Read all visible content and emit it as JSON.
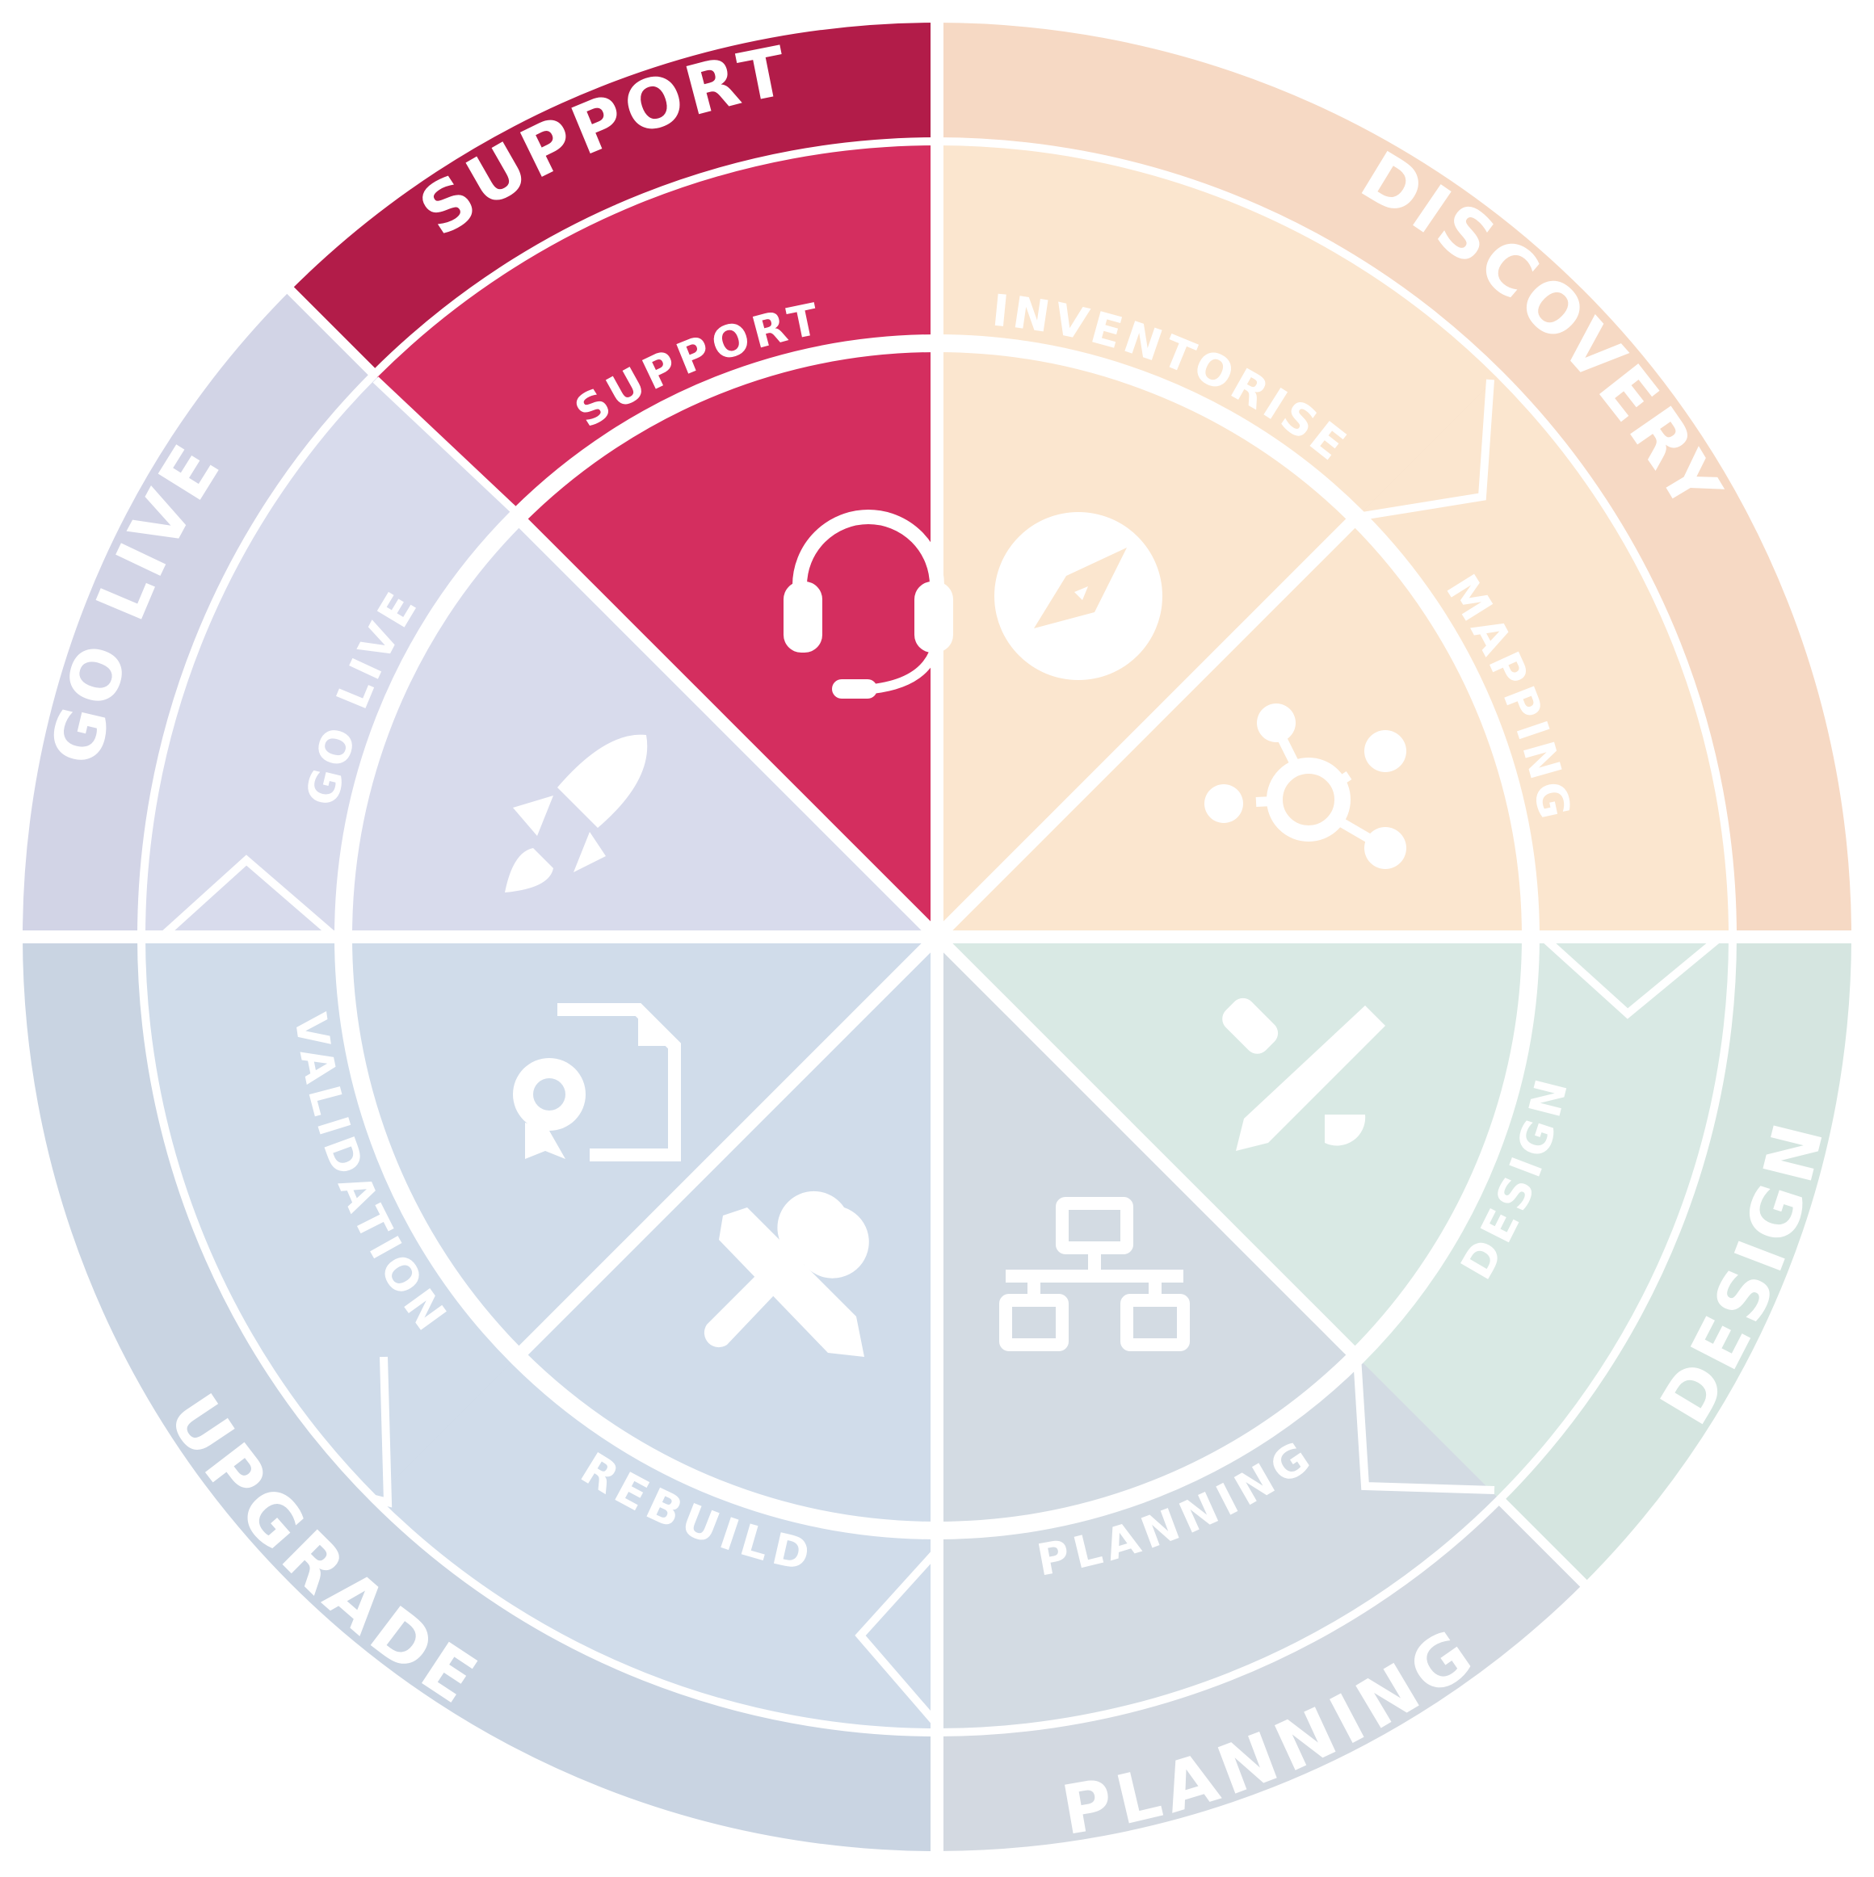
{
  "phases": [
    {
      "outer": "DISCOVERY",
      "color": "#f6d9c4"
    },
    {
      "outer": "DESIGN",
      "color": "#d5e5e0"
    },
    {
      "outer": "PLANNING",
      "color": "#d3d9e1"
    },
    {
      "outer": "UPGRADE",
      "color": "#c9d4e2"
    },
    {
      "outer": "GO LIVE",
      "color": "#d2d4e6"
    },
    {
      "outer": "SUPPORT",
      "color": "#b21c49"
    }
  ],
  "steps": [
    {
      "label": "INVENTORISE",
      "icon": "compass-icon",
      "color": "#fbe6cf"
    },
    {
      "label": "MAPPING",
      "icon": "network-nodes-icon",
      "color": "#fbe6cf"
    },
    {
      "label": "DESIGN",
      "icon": "pencil-ruler-icon",
      "color": "#d9e9e4"
    },
    {
      "label": "PLANNING",
      "icon": "sitemap-icon",
      "color": "#d3dbe3"
    },
    {
      "label": "REBUILD",
      "icon": "tools-icon",
      "color": "#d0dcea"
    },
    {
      "label": "VALIDATION",
      "icon": "certificate-document-icon",
      "color": "#d0dcea"
    },
    {
      "label": "GO LIVE",
      "icon": "rocket-icon",
      "color": "#d8dbec"
    },
    {
      "label": "SUPPORT",
      "icon": "headset-icon",
      "color": "#d42e5f"
    }
  ]
}
